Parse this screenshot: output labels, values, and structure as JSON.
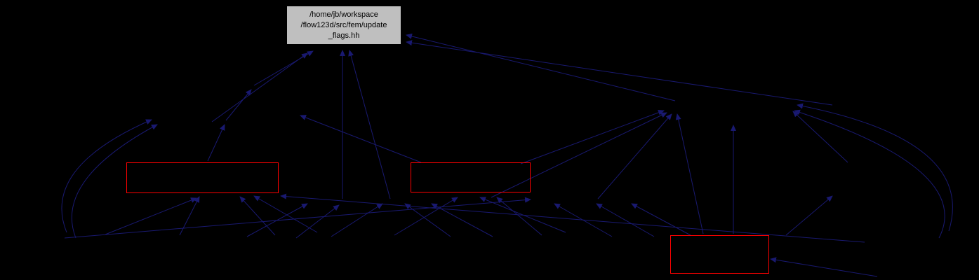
{
  "graph": {
    "main_node": {
      "lines": [
        "/home/jb/workspace",
        "/flow123d/src/fem/update",
        "_flags.hh"
      ]
    },
    "linked_nodes": [
      {
        "id": "linked-node-1",
        "label": ""
      },
      {
        "id": "linked-node-2",
        "label": ""
      },
      {
        "id": "linked-node-3",
        "label": ""
      }
    ],
    "colors": {
      "background": "#000000",
      "edge": "#191970",
      "main_node_fill": "#bfbfbf",
      "main_node_border": "#000000",
      "main_node_text": "#000000",
      "linked_node_border": "#ff0000"
    }
  }
}
